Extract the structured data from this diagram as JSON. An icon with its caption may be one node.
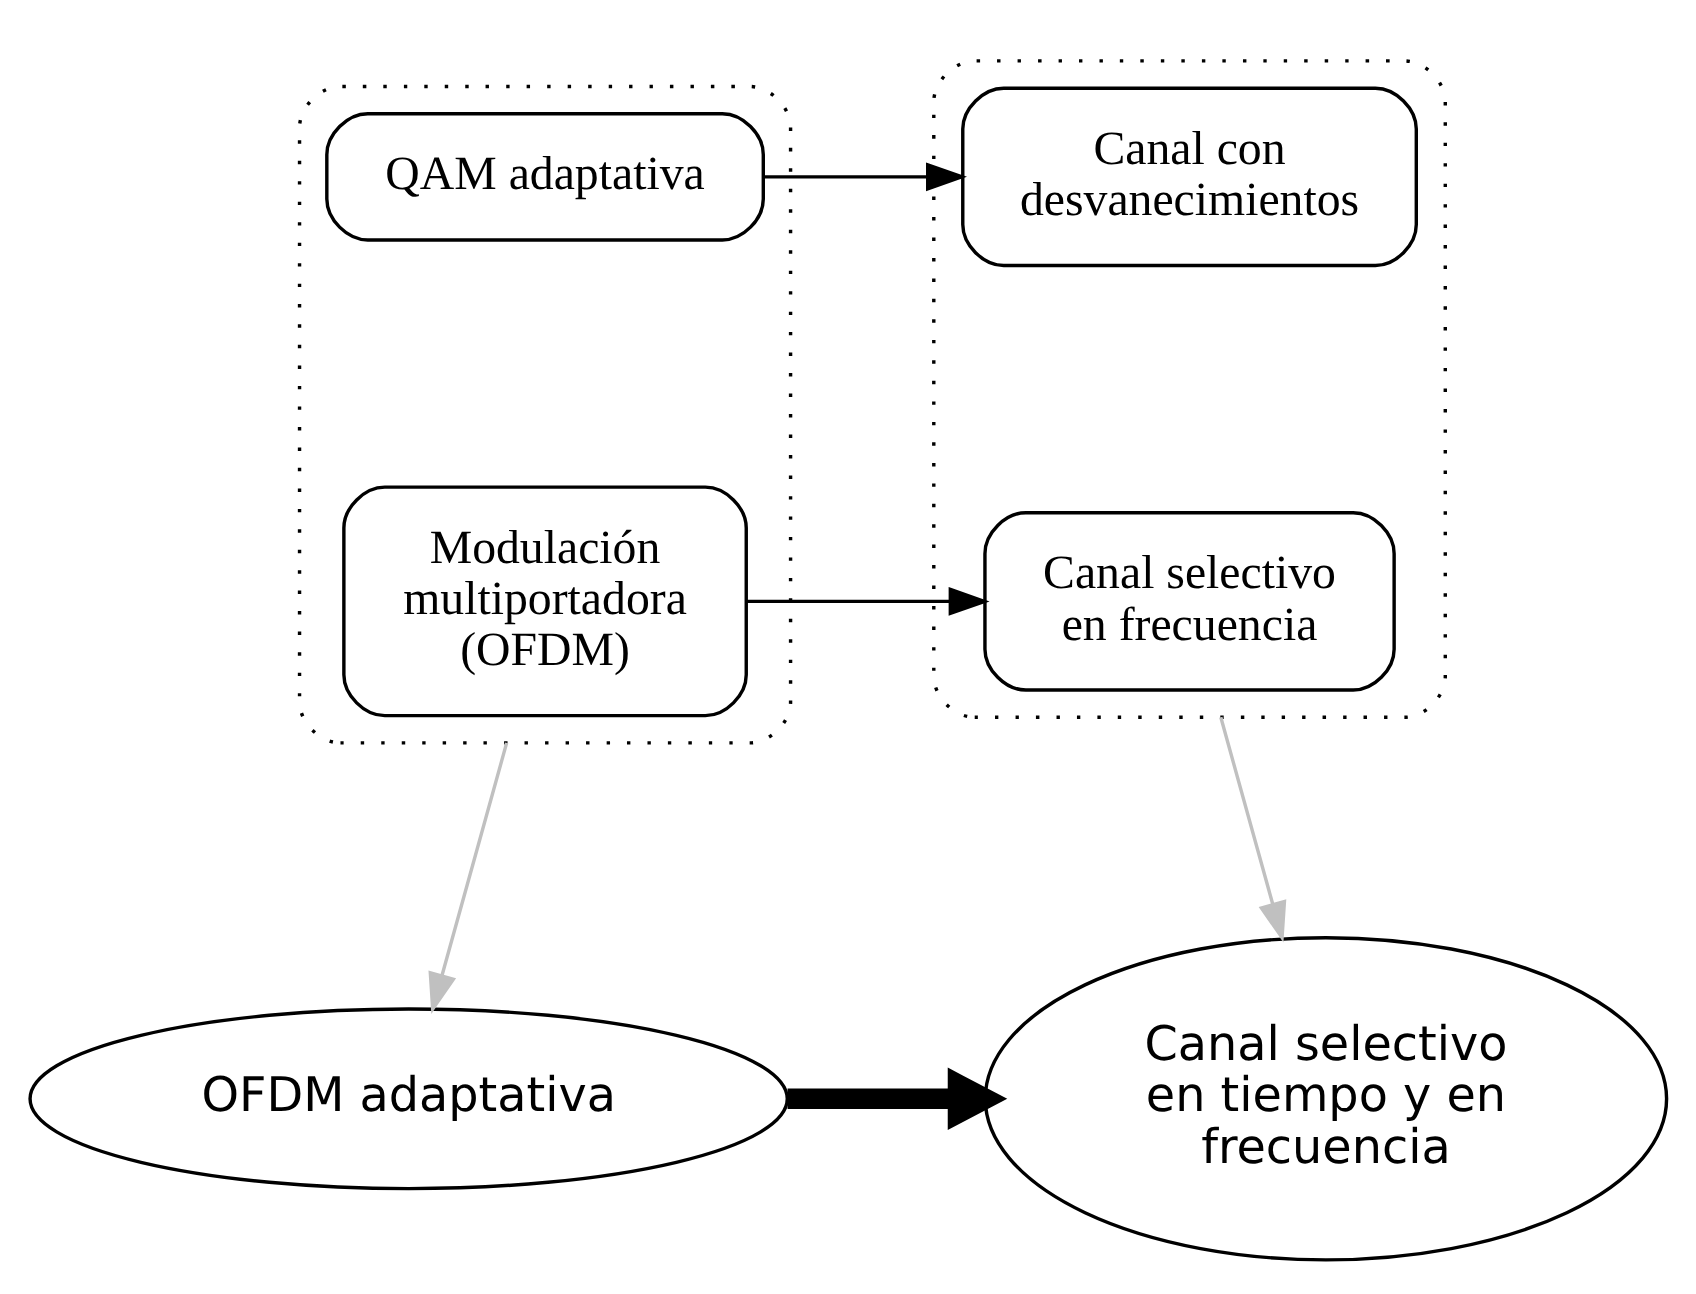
{
  "diagram": {
    "nodes": [
      {
        "text": [],
        "shape": "cloud"
      },
      {
        "text": [
          "QAM adaptativa"
        ],
        "in": 0
      },
      {
        "text": [
          "Modulación multiportadora (OFDM)"
        ],
        "in": 0
      },
      {
        "text": [],
        "shape": "cloud"
      },
      {
        "text": [
          "Canal con desvanecimientos"
        ],
        "in": 3
      },
      {
        "text": [
          "Canal selectivo en frecuencia"
        ],
        "in": 3
      },
      {
        "text": [
          "OFDM adaptativa"
        ]
      },
      {
        "text": [
          "Canal selectivo en tiempo y en frecuencia"
        ]
      }
    ],
    "edges": [
      {
        "from": 1,
        "to": 4,
        "arrow": "to"
      },
      {
        "from": 2,
        "to": 5,
        "arrow": "to"
      },
      {
        "from": 0,
        "to": 6,
        "arrow": "to",
        "color": "#c0c0c0"
      },
      {
        "from": 3,
        "to": 7,
        "arrow": "to",
        "color": "#c0c0c0"
      },
      {
        "from": 6,
        "to": 7,
        "arrow": "to",
        "style": "thick"
      }
    ]
  }
}
